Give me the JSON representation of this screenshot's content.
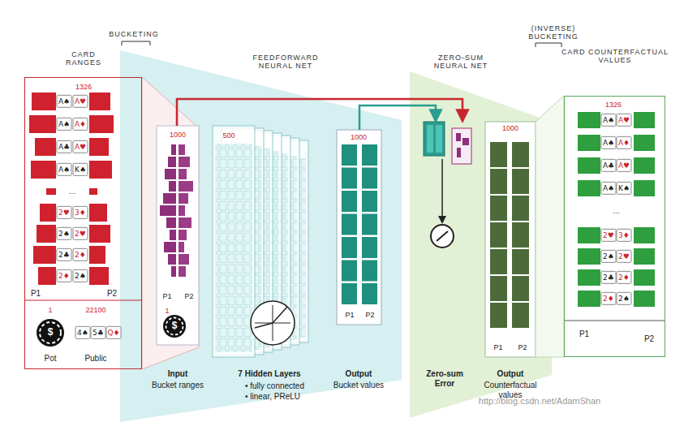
{
  "diagram": {
    "nodes": [
      {
        "text": [
          "CARD RANGES",
          "1326"
        ]
      },
      {
        "text": [
          "1000",
          "Input",
          "Bucket ranges"
        ]
      },
      {
        "text": [
          "500",
          "7 Hidden Layers",
          "• fully connected",
          "• linear, PReLU"
        ]
      },
      {
        "text": [
          "1000",
          "Output",
          "Bucket values"
        ]
      },
      {
        "text": [
          "Zero-sum Error"
        ]
      },
      {
        "text": [
          "1000",
          "Output",
          "Counterfactual values"
        ]
      },
      {
        "text": [
          "CARD COUNTERFACTUAL VALUES",
          "1326"
        ]
      }
    ],
    "edges": [
      {
        "from": 1,
        "to": 4,
        "arrow": "to"
      },
      {
        "from": 3,
        "to": 4,
        "arrow": "to"
      }
    ],
    "labels": [
      "BUCKETING",
      "FEEDFORWARD NEURAL NET",
      "ZERO-SUM NEURAL NET",
      "(INVERSE) BUCKETING",
      "A♠",
      "A♥",
      "A♠",
      "A♦",
      "A♣",
      "A♥",
      "A♠",
      "K♠",
      "...",
      "2♥",
      "3♦",
      "2♠",
      "2♥",
      "2♣",
      "2♦",
      "2♦",
      "2♠",
      "P1",
      "P2",
      "1",
      "22100",
      "Pot",
      "Public",
      "4♠",
      "5♣",
      "Q♦",
      "P1",
      "P2",
      "1",
      "P1",
      "P2",
      "P1",
      "P2",
      "A♠",
      "A♥",
      "A♠",
      "A♦",
      "A♣",
      "A♥",
      "A♠",
      "K♠",
      "...",
      "2♥",
      "3♦",
      "2♠",
      "2♥",
      "2♣",
      "2♦",
      "2♦",
      "2♠",
      "P1",
      "P2",
      "http://blog.csdn.net/AdamShan",
      "$",
      "$"
    ]
  }
}
